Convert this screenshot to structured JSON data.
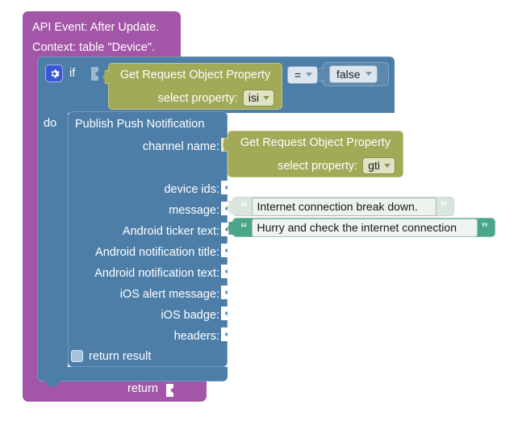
{
  "event": {
    "line1": "API Event: After Update.",
    "line2": "Context: table \"Device\".",
    "return_label": "return"
  },
  "if_block": {
    "label": "if",
    "gear_icon": "gear-icon",
    "do_label": "do",
    "operator": "=",
    "operand": "false"
  },
  "get_property_1": {
    "title": "Get Request Object Property",
    "prop_label": "select property:",
    "prop_value": "isi"
  },
  "get_property_2": {
    "title": "Get Request Object Property",
    "prop_label": "select property:",
    "prop_value": "gti"
  },
  "publish": {
    "title": "Publish Push Notification",
    "rows": [
      {
        "label": "channel name:"
      },
      {
        "label": "device ids:"
      },
      {
        "label": "message:"
      },
      {
        "label": "Android ticker text:"
      },
      {
        "label": "Android notification title:"
      },
      {
        "label": "Android notification text:"
      },
      {
        "label": "iOS alert message:"
      },
      {
        "label": "iOS badge:"
      },
      {
        "label": "headers:"
      }
    ],
    "return_result_label": "return result"
  },
  "strings": {
    "message": "Internet connection break down.",
    "ticker": "Hurry and check the internet connection",
    "open_quote": "“",
    "close_quote": "”"
  },
  "colors": {
    "event_purple": "#a356a8",
    "block_blue": "#4d7ea8",
    "property_olive": "#a2a957",
    "string_teal": "#4aa58a",
    "string_teal_light": "#d9e6dd",
    "gear_blue": "#3a57d8"
  }
}
